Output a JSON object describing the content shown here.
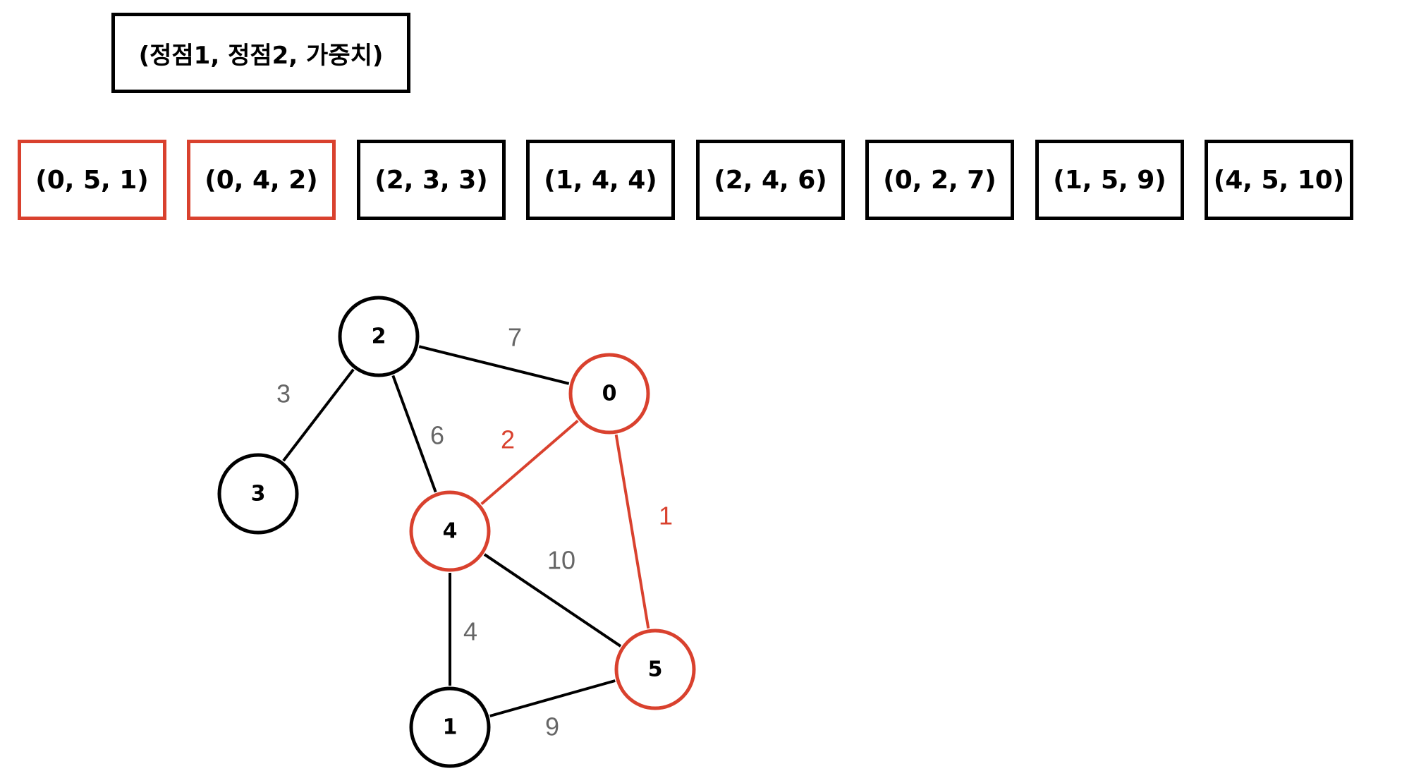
{
  "legend": {
    "label": "(정점1, 정점2, 가중치)"
  },
  "edge_list": [
    {
      "label": "(0, 5, 1)",
      "selected": true
    },
    {
      "label": "(0, 4, 2)",
      "selected": true
    },
    {
      "label": "(2, 3, 3)",
      "selected": false
    },
    {
      "label": "(1, 4, 4)",
      "selected": false
    },
    {
      "label": "(2, 4, 6)",
      "selected": false
    },
    {
      "label": "(0, 2, 7)",
      "selected": false
    },
    {
      "label": "(1, 5, 9)",
      "selected": false
    },
    {
      "label": "(4, 5, 10)",
      "selected": false
    }
  ],
  "graph": {
    "nodes": [
      {
        "id": "0",
        "label": "0",
        "selected": true
      },
      {
        "id": "1",
        "label": "1",
        "selected": false
      },
      {
        "id": "2",
        "label": "2",
        "selected": false
      },
      {
        "id": "3",
        "label": "3",
        "selected": false
      },
      {
        "id": "4",
        "label": "4",
        "selected": true
      },
      {
        "id": "5",
        "label": "5",
        "selected": true
      }
    ],
    "edges": [
      {
        "from": "2",
        "to": "0",
        "weight": "7",
        "selected": false
      },
      {
        "from": "2",
        "to": "3",
        "weight": "3",
        "selected": false
      },
      {
        "from": "2",
        "to": "4",
        "weight": "6",
        "selected": false
      },
      {
        "from": "0",
        "to": "4",
        "weight": "2",
        "selected": true
      },
      {
        "from": "0",
        "to": "5",
        "weight": "1",
        "selected": true
      },
      {
        "from": "4",
        "to": "5",
        "weight": "10",
        "selected": false
      },
      {
        "from": "4",
        "to": "1",
        "weight": "4",
        "selected": false
      },
      {
        "from": "1",
        "to": "5",
        "weight": "9",
        "selected": false
      }
    ]
  },
  "colors": {
    "selected": "#d9412e",
    "default": "#000000",
    "weight_text": "#666666"
  }
}
